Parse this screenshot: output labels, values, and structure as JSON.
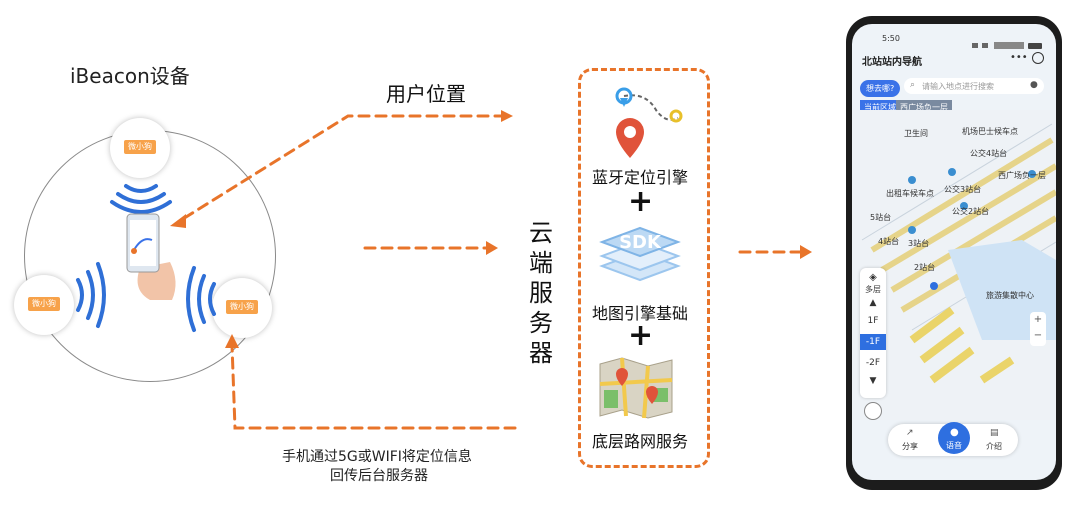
{
  "beacon_section": {
    "title": "iBeacon设备",
    "device_label": "微小狗"
  },
  "arrows": {
    "user_location": "用户位置",
    "report_line1": "手机通过5G或WIFI将定位信息",
    "report_line2": "回传后台服务器"
  },
  "cloud": {
    "title": "云端服务器",
    "services": [
      {
        "label": "蓝牙定位引擎"
      },
      {
        "label": "地图引擎基础"
      },
      {
        "label": "底层路网服务"
      }
    ],
    "plus": "+",
    "sdk_label": "SDK"
  },
  "phone": {
    "time": "5:50",
    "app_title": "北站站内导航",
    "where_btn": "想去哪?",
    "search_placeholder": "请输入地点进行搜索",
    "current_area_label": "当前区域",
    "current_area_value": "西广场负一层",
    "map_labels": [
      "卫生间",
      "机场巴士候车点",
      "公交4站台",
      "出租车候车点",
      "公交3站台",
      "公交2站台",
      "5站台",
      "4站台",
      "3站台",
      "2站台",
      "旅游集散中心",
      "西广场负一层"
    ],
    "layers_label": "多层",
    "floors": [
      "1F",
      "-1F",
      "-2F"
    ],
    "active_floor": "-1F",
    "bottom": {
      "share": "分享",
      "voice": "语音",
      "intro": "介绍"
    }
  },
  "colors": {
    "accent_orange": "#e8742a",
    "app_blue": "#3a72e8"
  }
}
